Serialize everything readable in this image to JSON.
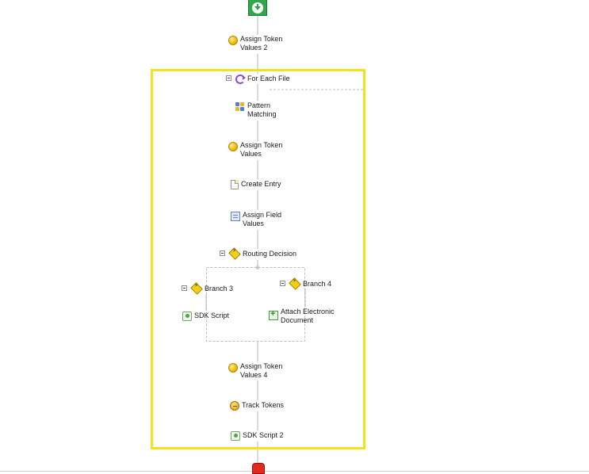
{
  "nodes": {
    "assign_token_values_2": "Assign Token\nValues 2",
    "for_each_file": "For Each File",
    "pattern_matching": "Pattern\nMatching",
    "assign_token_values": "Assign Token\nValues",
    "create_entry": "Create Entry",
    "assign_field_values": "Assign Field\nValues",
    "routing_decision": "Routing Decision",
    "branch_3": "Branch 3",
    "branch_4": "Branch 4",
    "sdk_script": "SDK Script",
    "attach_electronic_document": "Attach Electronic\nDocument",
    "assign_token_values_4": "Assign Token\nValues 4",
    "track_tokens": "Track Tokens",
    "sdk_script_2": "SDK Script 2"
  },
  "colors": {
    "highlight": "#f5e11a",
    "start": "#2ea84a",
    "end": "#e22a1c"
  },
  "icons": {
    "start": "start-arrow-icon",
    "end": "stop-icon",
    "token": "token-coin-icon",
    "loop": "loop-icon",
    "pattern": "pattern-grid-icon",
    "entry": "document-icon",
    "field": "form-icon",
    "routing": "routing-diamond-icon",
    "script": "script-icon",
    "attach": "attach-document-icon",
    "track": "track-tokens-icon"
  }
}
